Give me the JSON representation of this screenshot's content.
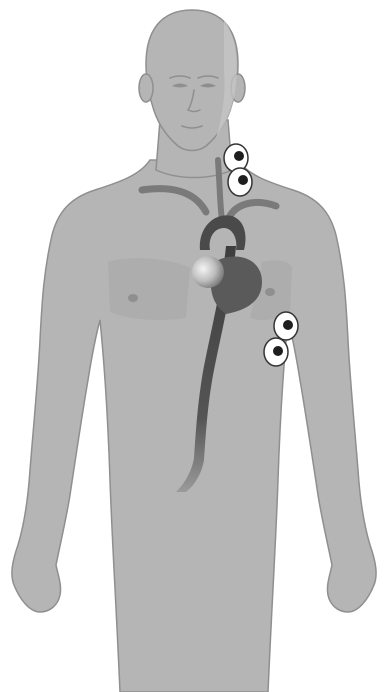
{
  "figure": {
    "subject": "anatomical-torso",
    "icon_names": [
      "body-silhouette",
      "head",
      "aorta",
      "heart",
      "electrode-pair-neck",
      "electrode-pair-side"
    ],
    "colors": {
      "background": "#ffffff",
      "body": "#b5b5b5",
      "body_outline": "#8f8f8f",
      "body_shadow": "#a6a6a6",
      "face_highlight": "#c7c7c7",
      "vessel": "#4a4a4a",
      "vessel_light": "#7a7a7a",
      "heart": "#5a5a5a",
      "electrode_ring": "#ffffff",
      "electrode_dot": "#1e1e1e"
    }
  }
}
